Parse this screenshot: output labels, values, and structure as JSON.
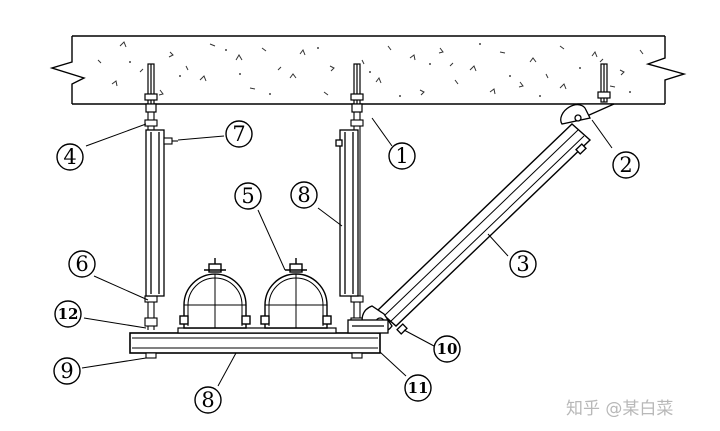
{
  "callouts": [
    {
      "id": "c1",
      "label": "1"
    },
    {
      "id": "c2",
      "label": "2"
    },
    {
      "id": "c3",
      "label": "3"
    },
    {
      "id": "c4",
      "label": "4"
    },
    {
      "id": "c5",
      "label": "5"
    },
    {
      "id": "c6",
      "label": "6"
    },
    {
      "id": "c7",
      "label": "7"
    },
    {
      "id": "c8a",
      "label": "8"
    },
    {
      "id": "c8b",
      "label": "8"
    },
    {
      "id": "c9",
      "label": "9"
    },
    {
      "id": "c10",
      "label": "10"
    },
    {
      "id": "c11",
      "label": "11"
    },
    {
      "id": "c12",
      "label": "12"
    }
  ],
  "watermark": {
    "text": "知乎 @某白菜"
  }
}
